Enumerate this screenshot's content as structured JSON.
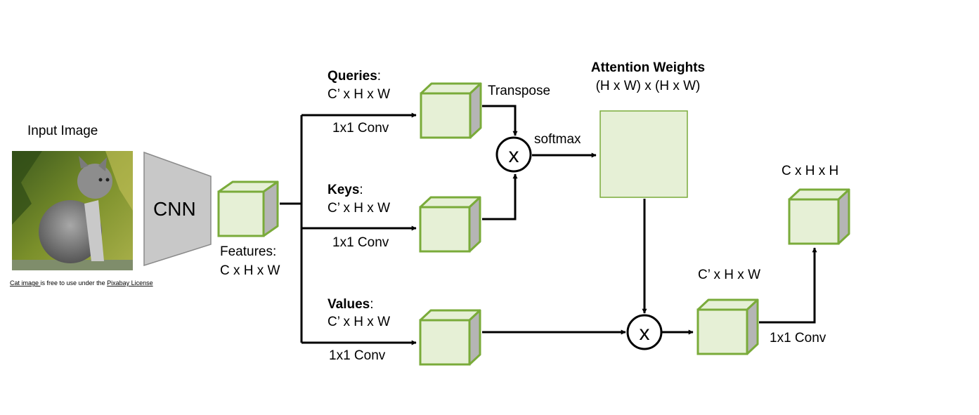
{
  "input_label": "Input Image",
  "credit": {
    "link1": "Cat image ",
    "middle": "is free to use under the ",
    "link2": "Pixabay License"
  },
  "cnn_label": "CNN",
  "features": {
    "line1": "Features:",
    "line2": "C x H x W"
  },
  "queries": {
    "title": "Queries",
    "colon": ":",
    "dims": "C’ x H x W",
    "conv": "1x1 Conv"
  },
  "keys": {
    "title": "Keys",
    "colon": ":",
    "dims": "C’ x H x W",
    "conv": "1x1 Conv"
  },
  "values": {
    "title": "Values",
    "colon": ":",
    "dims": "C’ x H x W",
    "conv": "1x1 Conv"
  },
  "transpose": "Transpose",
  "softmax": "softmax",
  "multiply_symbol": "x",
  "attention": {
    "title": "Attention Weights",
    "dims": "(H x W) x (H x W)"
  },
  "output_mid_dims": "C’ x H x W",
  "output_conv": "1x1 Conv",
  "output_dims": "C x H x H",
  "colors": {
    "cube_fill": "#e6f0d6",
    "cube_edge": "#7aab3a",
    "cube_side": "#b5b5b5",
    "cnn_fill": "#c8c8c8"
  }
}
